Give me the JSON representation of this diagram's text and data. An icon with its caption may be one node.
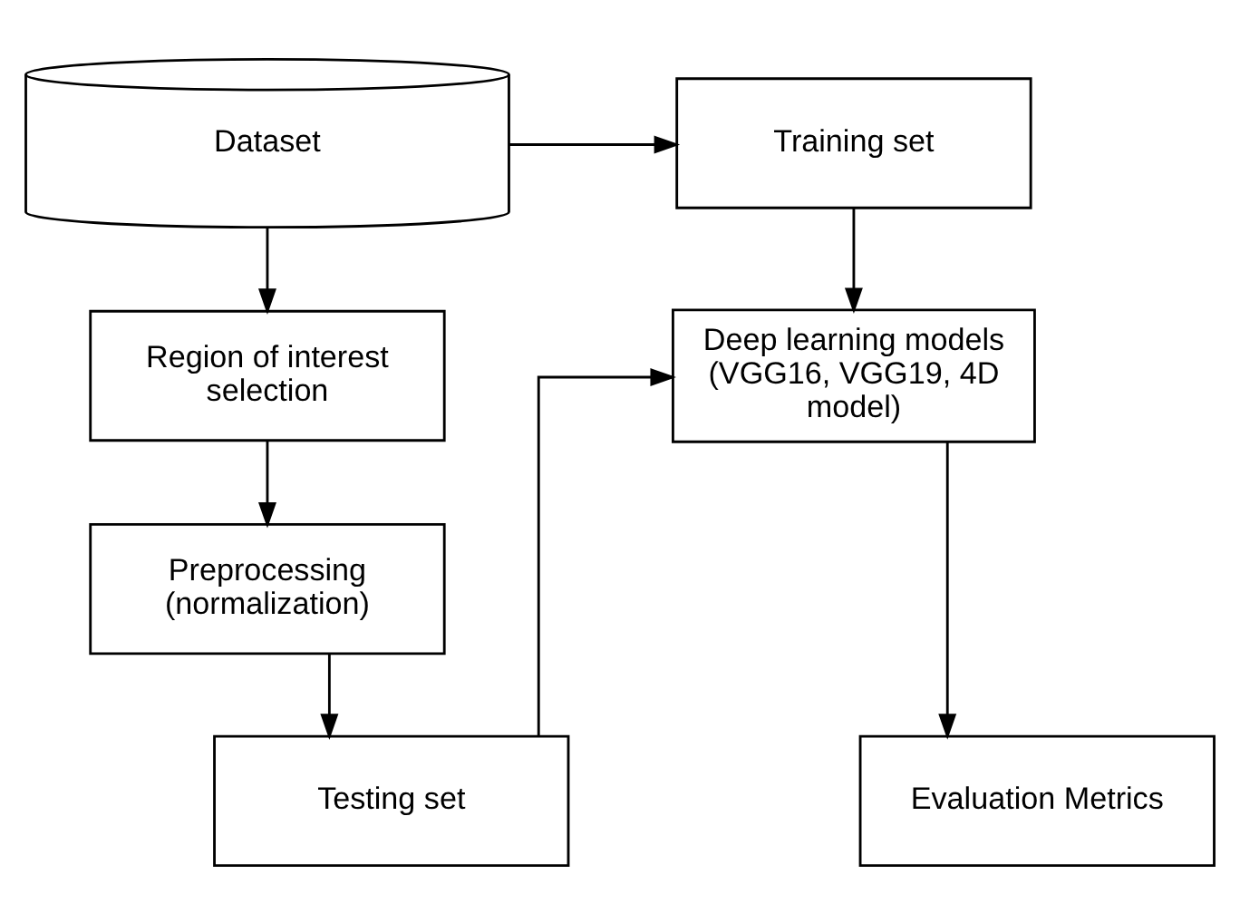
{
  "diagram": {
    "nodes": [
      {
        "text": [
          "Dataset"
        ]
      },
      {
        "text": [
          "Training set"
        ]
      },
      {
        "text": [
          "Region of interest selection"
        ]
      },
      {
        "text": [
          "Deep learning models (VGG16, VGG19, 4D model)"
        ]
      },
      {
        "text": [
          "Preprocessing (normalization)"
        ]
      },
      {
        "text": [
          "Evaluation Metrics"
        ]
      },
      {
        "text": [
          "Testing set"
        ]
      }
    ],
    "edges": [
      {
        "from": 0,
        "to": 1,
        "arrow": "to"
      },
      {
        "from": 0,
        "to": 2,
        "arrow": "to"
      },
      {
        "from": 1,
        "to": 3,
        "arrow": "to"
      },
      {
        "from": 2,
        "to": 4,
        "arrow": "to"
      },
      {
        "from": 4,
        "to": 6,
        "arrow": "to"
      },
      {
        "from": 6,
        "to": 3,
        "arrow": "to"
      },
      {
        "from": 3,
        "to": 5,
        "arrow": "to"
      }
    ]
  }
}
